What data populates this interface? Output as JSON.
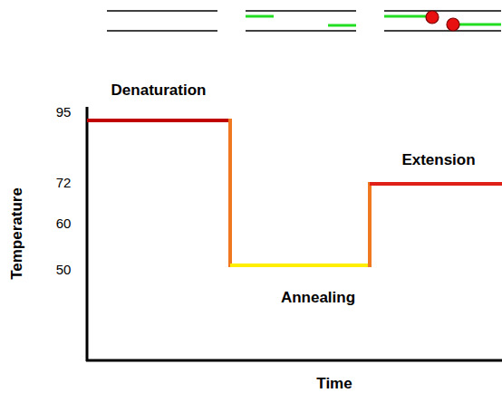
{
  "diagram": {
    "labels": [
      "Denaturation",
      "Annealing",
      "Extension",
      "Temperature",
      "Time",
      "95",
      "72",
      "60",
      "50"
    ]
  }
}
